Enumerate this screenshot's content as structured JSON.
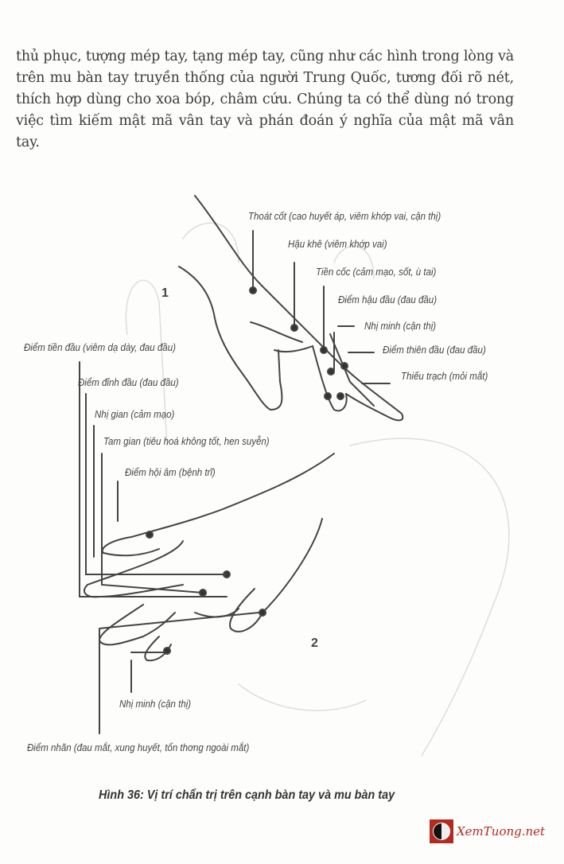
{
  "paragraph": "thủ phục, tượng mép tay, tạng mép tay, cũng như các hình trong lòng và trên mu bàn tay truyền thống của người Trung Quốc, tương đối rõ nét, thích hợp dùng cho xoa bóp, châm cứu. Chúng ta có thể dùng nó trong việc tìm kiếm mật mã vân tay và phán đoán ý nghĩa của mật mã vân tay.",
  "figure": {
    "hand_numbers": [
      "1",
      "2"
    ],
    "labels": {
      "thoat_cot": "Thoát cốt (cao huyết áp, viêm khớp vai, cận thị)",
      "hau_khe": "Hậu khê (viêm khớp vai)",
      "tien_coc": "Tiền cốc (cảm mạo, sốt, ù tai)",
      "diem_hau_dau": "Điểm hậu đầu (đau đầu)",
      "nhi_minh_top": "Nhị minh (cận thị)",
      "diem_thien_dau": "Điểm thiên đầu (đau đầu)",
      "thieu_trach": "Thiếu trạch (mỏi mắt)",
      "diem_tien_dau": "Điểm tiền đầu (viêm dạ dày, đau đầu)",
      "diem_dinh_dau": "Điểm đỉnh đầu (đau đầu)",
      "nhi_gian": "Nhị gian (cảm mạo)",
      "tam_gian": "Tam gian (tiêu hoá không tốt, hen suyễn)",
      "diem_hoi_am": "Điểm hội âm (bệnh trĩ)",
      "nhi_minh_bottom": "Nhị minh (cận thị)",
      "diem_nhan": "Điểm nhãn (đau mắt, xung huyết, tổn thơng ngoài mắt)"
    },
    "caption": "Hình 36: Vị trí chẩn trị trên cạnh bàn tay và mu bàn tay"
  },
  "watermark": "XemTuong.net"
}
